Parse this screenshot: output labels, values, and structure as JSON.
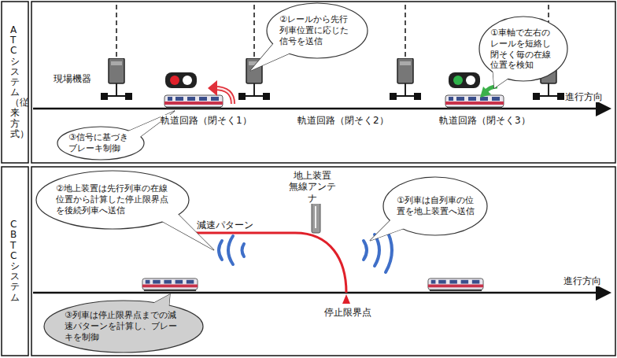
{
  "diagram": {
    "nodes": [
      {
        "text": [
          "ATCシステム（従来方式）"
        ]
      },
      {
        "text": [
          "②レールから先行列車位置に応じた信号を送信"
        ]
      },
      {
        "text": [
          "①車軸で左右のレールを短絡し閉そく毎の在線位置を検知"
        ]
      },
      {
        "text": [
          "③信号に基づきブレーキ制御"
        ]
      },
      {
        "text": [
          "CBTCシステム"
        ]
      },
      {
        "text": [
          "②地上装置は先行列車の在線位置から計算した停止限界点を後続列車へ送信"
        ]
      },
      {
        "text": [
          "①列車は自列車の位置を地上装置へ送信"
        ]
      },
      {
        "text": [
          "③列車は停止限界点までの減速パターンを計算し、ブレーキを制御"
        ]
      }
    ],
    "labels": [
      "現場機器",
      "軌道回路（閉そく1）",
      "軌道回路（閉そく2）",
      "軌道回路（閉そく3）",
      "進行方向",
      "地上装置 無線アンテナ",
      "減速パターン",
      "停止限界点",
      "進行方向"
    ]
  }
}
